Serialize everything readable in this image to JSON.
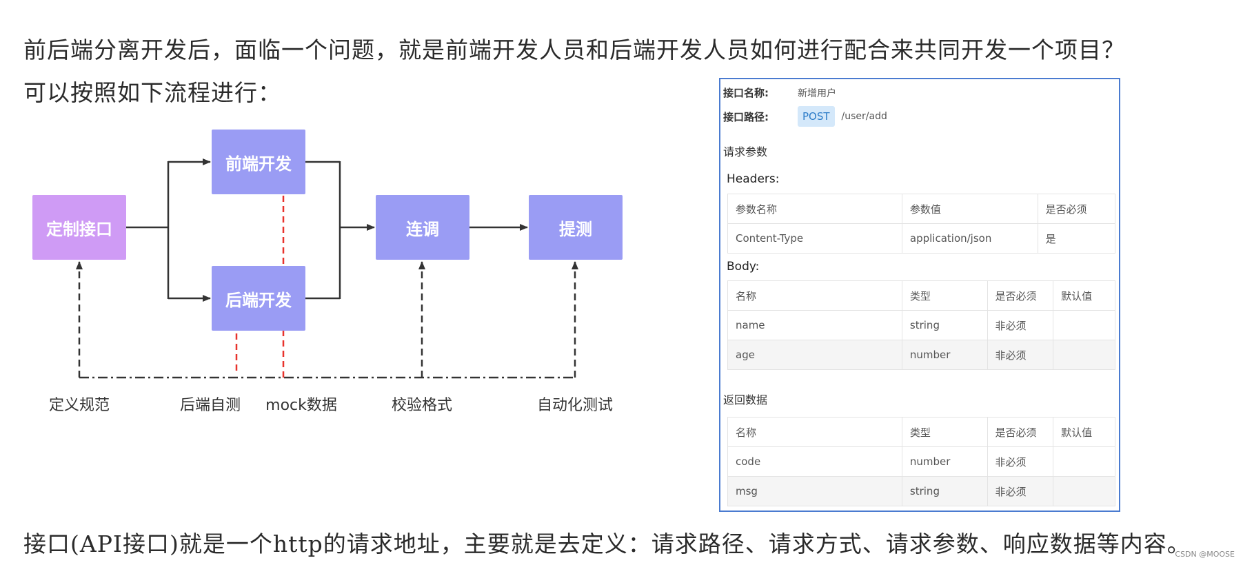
{
  "intro": {
    "line1": "前后端分离开发后，面临一个问题，就是前端开发人员和后端开发人员如何进行配合来共同开发一个项目？",
    "line2": "可以按照如下流程进行："
  },
  "diagram": {
    "nodes": {
      "define": "定制接口",
      "frontend": "前端开发",
      "backend": "后端开发",
      "joint": "连调",
      "test": "提测"
    },
    "labels": {
      "spec": "定义规范",
      "self_test": "后端自测",
      "mock": "mock数据",
      "validate": "校验格式",
      "auto_test": "自动化测试"
    },
    "colors": {
      "define_node": "#cf9bf5",
      "step_node": "#9a9cf4",
      "arrow": "#333333",
      "mock_arrow": "#e8322c"
    }
  },
  "api_doc": {
    "name_label": "接口名称:",
    "name_value": "新增用户",
    "path_label": "接口路径:",
    "method": "POST",
    "path": "/user/add",
    "request_params_title": "请求参数",
    "headers_title": "Headers:",
    "headers_table": [
      [
        "参数名称",
        "参数值",
        "是否必须"
      ],
      [
        "Content-Type",
        "application/json",
        "是"
      ]
    ],
    "body_title": "Body:",
    "body_table": [
      [
        "名称",
        "类型",
        "是否必须",
        "默认值"
      ],
      [
        "name",
        "string",
        "非必须",
        ""
      ],
      [
        "age",
        "number",
        "非必须",
        ""
      ]
    ],
    "response_title": "返回数据",
    "response_table": [
      [
        "名称",
        "类型",
        "是否必须",
        "默认值"
      ],
      [
        "code",
        "number",
        "非必须",
        ""
      ],
      [
        "msg",
        "string",
        "非必须",
        ""
      ]
    ]
  },
  "footer": "接口(API接口)就是一个http的请求地址，主要就是去定义：请求路径、请求方式、请求参数、响应数据等内容。",
  "watermark": "CSDN @MOOSE"
}
